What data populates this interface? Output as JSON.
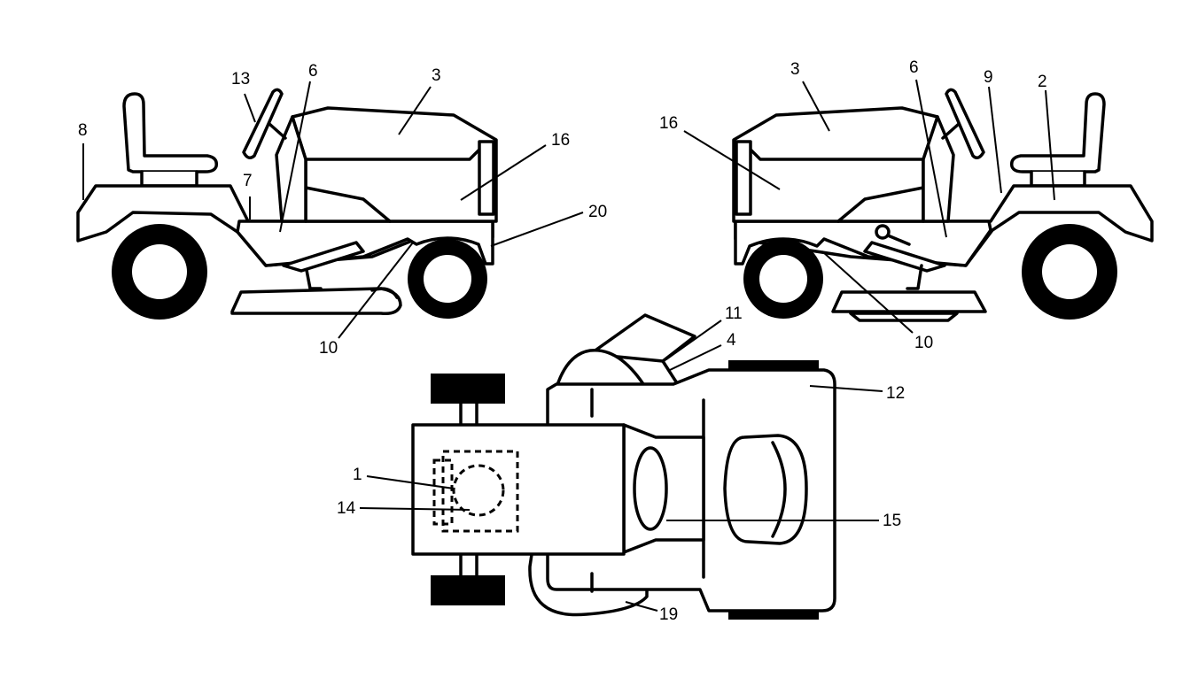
{
  "callouts": [
    {
      "id": "lbl-13",
      "text": "13"
    },
    {
      "id": "lbl-6-left",
      "text": "6"
    },
    {
      "id": "lbl-3-left",
      "text": "3"
    },
    {
      "id": "lbl-8",
      "text": "8"
    },
    {
      "id": "lbl-16-left",
      "text": "16"
    },
    {
      "id": "lbl-7",
      "text": "7"
    },
    {
      "id": "lbl-20",
      "text": "20"
    },
    {
      "id": "lbl-10-left",
      "text": "10"
    },
    {
      "id": "lbl-3-right",
      "text": "3"
    },
    {
      "id": "lbl-6-right",
      "text": "6"
    },
    {
      "id": "lbl-9",
      "text": "9"
    },
    {
      "id": "lbl-2",
      "text": "2"
    },
    {
      "id": "lbl-16-right",
      "text": "16"
    },
    {
      "id": "lbl-10-right",
      "text": "10"
    },
    {
      "id": "lbl-11",
      "text": "11"
    },
    {
      "id": "lbl-4",
      "text": "4"
    },
    {
      "id": "lbl-12",
      "text": "12"
    },
    {
      "id": "lbl-1",
      "text": "1"
    },
    {
      "id": "lbl-14",
      "text": "14"
    },
    {
      "id": "lbl-15",
      "text": "15"
    },
    {
      "id": "lbl-19",
      "text": "19"
    }
  ]
}
